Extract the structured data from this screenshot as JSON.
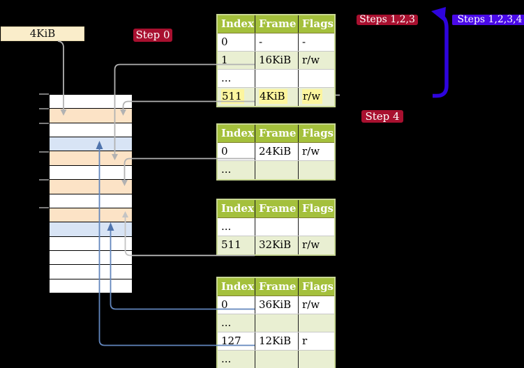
{
  "labels": {
    "frame_size": "4KiB",
    "step0": "Step 0",
    "steps123": "Steps 1,2,3",
    "steps1234": "Steps 1,2,3,4",
    "step4": "Step 4"
  },
  "colors": {
    "background": "#000000",
    "table_header_green": "#a4c03c",
    "table_row_green": "#e9efd2",
    "table_border_green": "#c9d894",
    "highlight_yellow": "#fcf59e",
    "step_label_red": "#a8102f",
    "steps_label_blue": "#4a0ae8",
    "big_arrow_blue": "#2e04dd",
    "steel_connector_blue": "#6286bd",
    "gray_connector": "#b2b2b2",
    "memory_frame_orange": "#fce3c6",
    "memory_frame_blue": "#d8e4f5",
    "frame_size_label_cream": "#faedca"
  },
  "memory_column": {
    "rows": [
      "white",
      "orange",
      "white",
      "blue",
      "orange",
      "white",
      "orange",
      "white",
      "orange",
      "blue",
      "white",
      "white",
      "white",
      "white"
    ]
  },
  "tables": [
    {
      "name": "page-table-level-1",
      "headers": [
        "Index",
        "Frame",
        "Flags"
      ],
      "rows": [
        {
          "cells": [
            "0",
            "-",
            "-"
          ],
          "shade": "white",
          "highlight": false
        },
        {
          "cells": [
            "1",
            "16KiB",
            "r/w"
          ],
          "shade": "green",
          "highlight": false
        },
        {
          "cells": [
            "...",
            "",
            ""
          ],
          "shade": "white",
          "highlight": false
        },
        {
          "cells": [
            "511",
            "4KiB",
            "r/w"
          ],
          "shade": "green",
          "highlight": true
        }
      ]
    },
    {
      "name": "page-table-level-2",
      "headers": [
        "Index",
        "Frame",
        "Flags"
      ],
      "rows": [
        {
          "cells": [
            "0",
            "24KiB",
            "r/w"
          ],
          "shade": "white",
          "highlight": false
        },
        {
          "cells": [
            "...",
            "",
            ""
          ],
          "shade": "green",
          "highlight": false
        }
      ]
    },
    {
      "name": "page-table-level-3",
      "headers": [
        "Index",
        "Frame",
        "Flags"
      ],
      "rows": [
        {
          "cells": [
            "...",
            "",
            ""
          ],
          "shade": "white",
          "highlight": false
        },
        {
          "cells": [
            "511",
            "32KiB",
            "r/w"
          ],
          "shade": "green",
          "highlight": false
        }
      ]
    },
    {
      "name": "page-table-level-4",
      "headers": [
        "Index",
        "Frame",
        "Flags"
      ],
      "rows": [
        {
          "cells": [
            "0",
            "36KiB",
            "r/w"
          ],
          "shade": "white",
          "highlight": false
        },
        {
          "cells": [
            "...",
            "",
            ""
          ],
          "shade": "green",
          "highlight": false
        },
        {
          "cells": [
            "127",
            "12KiB",
            "r"
          ],
          "shade": "white",
          "highlight": false
        },
        {
          "cells": [
            "...",
            "",
            ""
          ],
          "shade": "green",
          "highlight": false
        }
      ]
    }
  ],
  "connectors": [
    {
      "from": "frame-size-label",
      "to": "memory-row-2"
    },
    {
      "from": "table1-row-1",
      "to": "memory-row-5"
    },
    {
      "from": "table1-row-511",
      "to": "memory-row-2"
    },
    {
      "from": "table2-row-0",
      "to": "memory-row-7"
    },
    {
      "from": "table3-row-511",
      "to": "memory-row-9"
    },
    {
      "from": "table4-row-0",
      "to": "memory-row-10"
    },
    {
      "from": "table4-row-127",
      "to": "memory-row-4"
    },
    {
      "from": "steps-1-2-3-4-arrow",
      "to": "page-table-level-1"
    }
  ]
}
